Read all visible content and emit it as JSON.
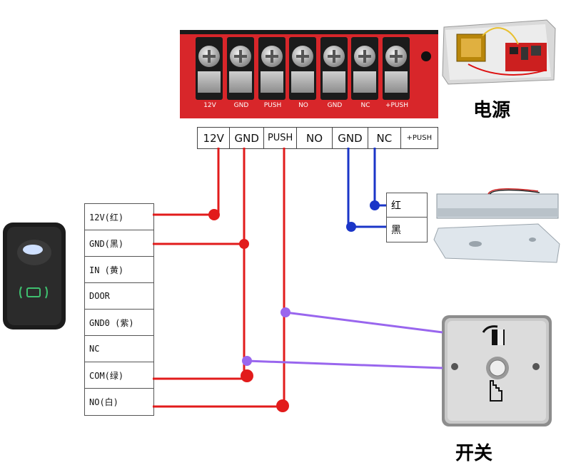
{
  "power_board": {
    "terminal_labels": [
      "12V",
      "GND",
      "PUSH",
      "NO",
      "GND",
      "NC",
      "+PUSH"
    ]
  },
  "strip_labels": [
    "12V",
    "GND",
    "PUSH",
    "NO",
    "GND",
    "NC",
    "+PUSH"
  ],
  "reader_pins": [
    "12V(红)",
    "GND(黑)",
    "IN (黄)",
    "DOOR",
    "GND0 (紫)",
    "NC",
    "COM(绿)",
    "NO(白)"
  ],
  "lock_pins": [
    "红",
    "黑"
  ],
  "captions": {
    "power_supply": "电源",
    "switch": "开关"
  },
  "colors": {
    "red_wire": "#e21b1b",
    "blue_wire": "#1a35c8",
    "purple_wire": "#9966ee",
    "board": "#d8262a"
  },
  "icons": [
    "power-supply-box-image",
    "card-reader-image",
    "magnetic-lock-image",
    "exit-button-image"
  ]
}
